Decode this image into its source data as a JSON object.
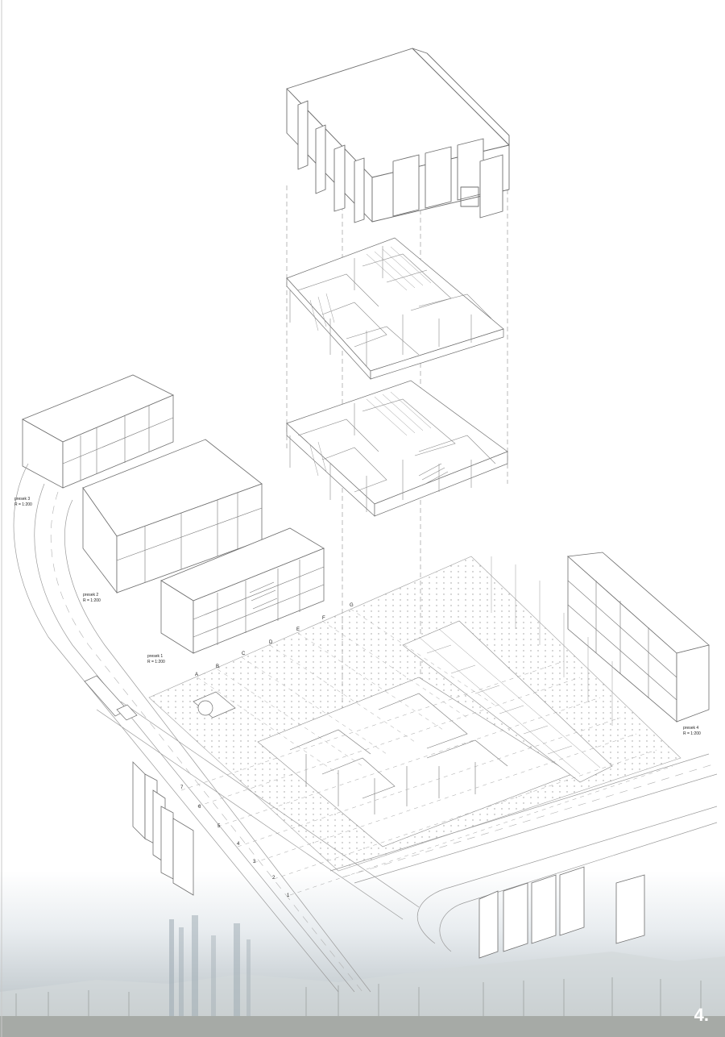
{
  "page_number": "4.",
  "section_labels": [
    {
      "name": "presek 3",
      "scale": "R = 1:200"
    },
    {
      "name": "presek 2",
      "scale": "R = 1:200"
    },
    {
      "name": "presek 1",
      "scale": "R = 1:200"
    },
    {
      "name": "presek 4",
      "scale": "R = 1:200"
    }
  ],
  "axis_letters": [
    "A",
    "B",
    "C",
    "D",
    "E",
    "F",
    "G"
  ],
  "axis_numbers": [
    "1",
    "2",
    "3",
    "4",
    "5",
    "6",
    "7"
  ],
  "colors": {
    "line": "#6f6f6f",
    "faint_line": "#b9b9b9",
    "dot": "#9a9a9a",
    "sky_fog": "#e9edf0",
    "ground": "#a8adac"
  }
}
